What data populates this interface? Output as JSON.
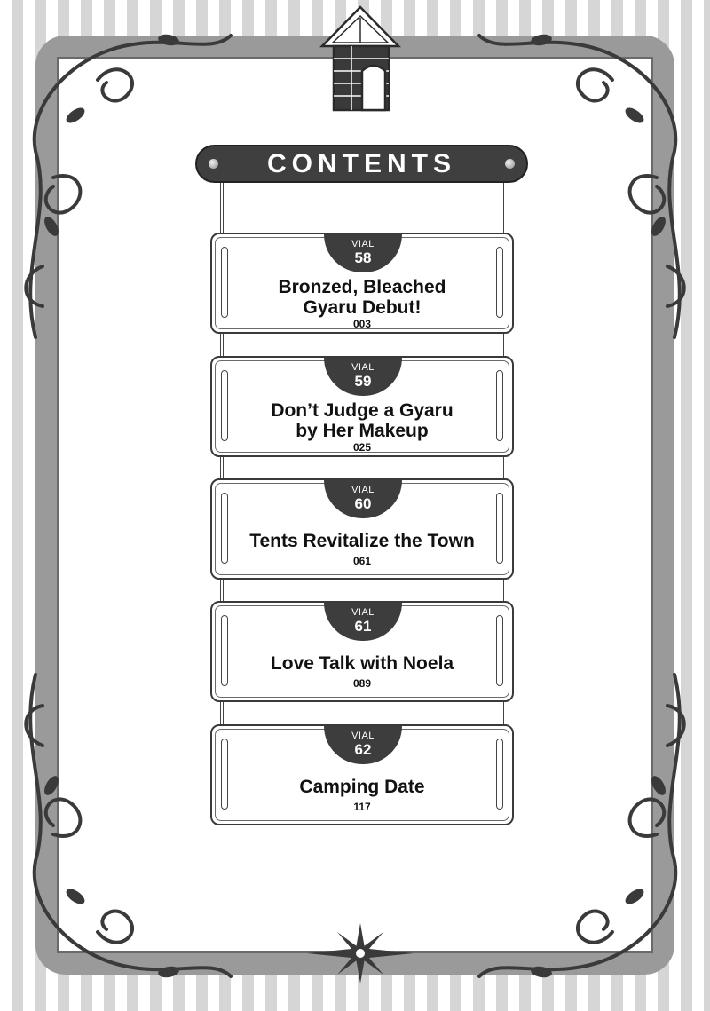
{
  "heading": "CONTENTS",
  "chapters": [
    {
      "label": "VIAL",
      "number": "58",
      "title_lines": [
        "Bronzed, Bleached",
        "Gyaru Debut!"
      ],
      "page": "003"
    },
    {
      "label": "VIAL",
      "number": "59",
      "title_lines": [
        "Don’t Judge a Gyaru",
        "by Her Makeup"
      ],
      "page": "025"
    },
    {
      "label": "VIAL",
      "number": "60",
      "title_lines": [
        "Tents Revitalize the Town"
      ],
      "page": "061"
    },
    {
      "label": "VIAL",
      "number": "61",
      "title_lines": [
        "Love Talk with Noela"
      ],
      "page": "089"
    },
    {
      "label": "VIAL",
      "number": "62",
      "title_lines": [
        "Camping Date"
      ],
      "page": "117"
    }
  ]
}
